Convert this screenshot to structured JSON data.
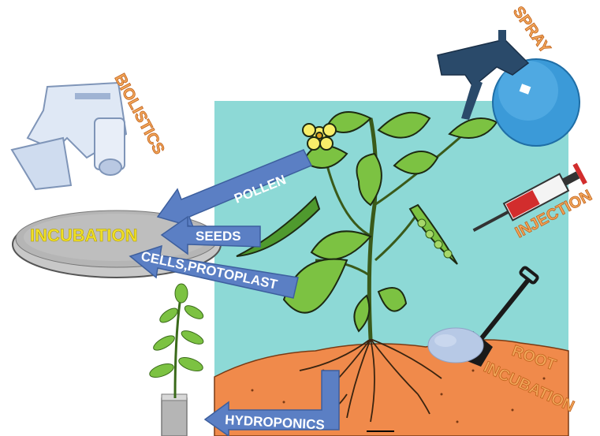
{
  "labels": {
    "biolistics": "BIOLISTICS",
    "spray": "SPRAY",
    "injection": "INJECTION",
    "root_incubation_line1": "ROOT",
    "root_incubation_line2": "INCUBATION",
    "incubation": "INCUBATION",
    "pollen": "POLLEN",
    "seeds": "SEEDS",
    "cells_protoplast": "CELLS,PROTOPLAST",
    "hydroponics": "HYDROPONICS"
  },
  "colors": {
    "panel_bg": "#8dd9d6",
    "soil": "#f08a4b",
    "arrow_fill": "#5b7fc4",
    "arrow_stroke": "#3d5f9e",
    "leaf": "#7cc242",
    "dish": "#c8c8c8",
    "label_orange": "#f2a65a",
    "incubation_yellow": "#f0e027"
  },
  "icons": [
    "biolistic-gun-icon",
    "spray-bottle-icon",
    "syringe-icon",
    "shovel-icon",
    "petri-dish-icon",
    "hydroponic-seedling-icon",
    "plant-icon"
  ]
}
